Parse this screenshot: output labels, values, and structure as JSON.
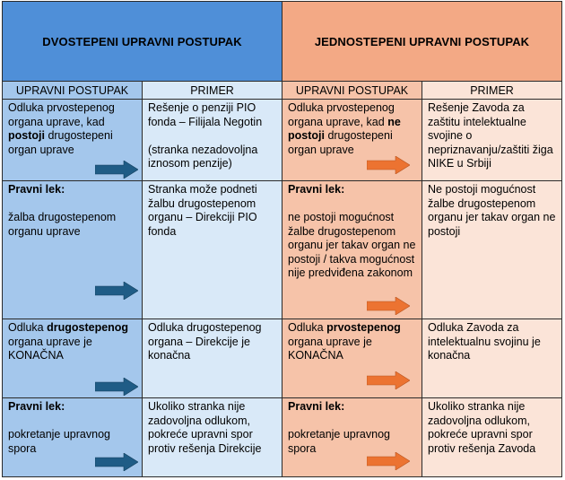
{
  "headers": {
    "left": "DVOSTEPENI UPRAVNI POSTUPAK",
    "right": "JEDNOSTEPENI UPRAVNI POSTUPAK"
  },
  "subheaders": {
    "col1": "UPRAVNI POSTUPAK",
    "col2": "PRIMER",
    "col3": "UPRAVNI POSTUPAK",
    "col4": "PRIMER"
  },
  "rows": [
    {
      "c1": {
        "a": "Odluka prvostepenog organa uprave, kad ",
        "b": "postoji",
        "c": " drugostepeni organ uprave"
      },
      "c2": {
        "a": "Rešenje o penziji PIO fonda – Filijala Negotin",
        "b": "(stranka nezadovoljna iznosom penzije)"
      },
      "c3": {
        "a": "Odluka prvostepenog organa uprave, kad ",
        "b": "ne postoji",
        "c": " drugostepeni organ uprave"
      },
      "c4": {
        "a": "Rešenje Zavoda za zaštitu intelektualne svojine o nepriznavanju/zaštiti žiga NIKE u Srbiji"
      }
    },
    {
      "c1": {
        "a": "Pravni lek:",
        "b": "žalba drugostepenom organu uprave"
      },
      "c2": {
        "a": "Stranka može podneti žalbu drugostepenom organu – Direkciji PIO fonda"
      },
      "c3": {
        "a": "Pravni lek:",
        "b": "ne postoji mogućnost žalbe drugostepenom organu jer takav organ ne postoji / takva mogućnost nije predviđena zakonom"
      },
      "c4": {
        "a": "Ne postoji mogućnost žalbe drugostepenom organu jer takav organ ne postoji"
      }
    },
    {
      "c1": {
        "a": "Odluka ",
        "b": "drugostepenog",
        "c": " organa uprave je KONAČNA"
      },
      "c2": {
        "a": "Odluka drugostepenog organa – Direkcije je konačna"
      },
      "c3": {
        "a": "Odluka ",
        "b": "prvostepenog",
        "c": " organa uprave je KONAČNA"
      },
      "c4": {
        "a": "Odluka Zavoda za intelektualnu svojinu je konačna"
      }
    },
    {
      "c1": {
        "a": "Pravni lek:",
        "b": "pokretanje upravnog spora"
      },
      "c2": {
        "a": "Ukoliko stranka nije zadovoljna odlukom, pokreće upravni spor protiv rešenja Direkcije"
      },
      "c3": {
        "a": "Pravni lek:",
        "b": "pokretanje upravnog spora"
      },
      "c4": {
        "a": "Ukoliko stranka nije zadovoljna odlukom, pokreće upravni spor protiv rešenja Zavoda"
      }
    }
  ],
  "colors": {
    "blue_header": "#4f8fd8",
    "blue_col": "#a4c7ec",
    "blue_light": "#d9e9f8",
    "orange_header": "#f3a985",
    "orange_col": "#f6c3a9",
    "orange_light": "#fbe4d8",
    "blue_arrow": "#1f5c86",
    "orange_arrow": "#ec7331"
  }
}
